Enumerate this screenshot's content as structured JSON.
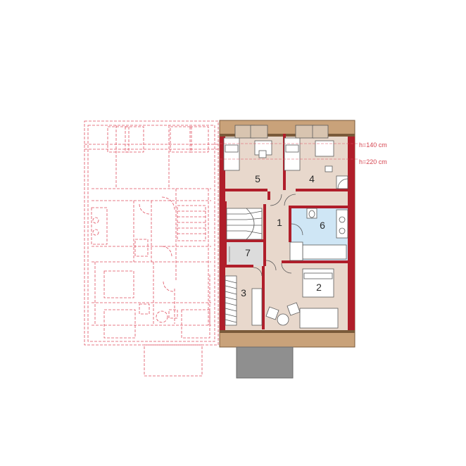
{
  "rooms": [
    {
      "id": "1",
      "label": "1"
    },
    {
      "id": "2",
      "label": "2"
    },
    {
      "id": "3",
      "label": "3"
    },
    {
      "id": "4",
      "label": "4"
    },
    {
      "id": "5",
      "label": "5"
    },
    {
      "id": "6",
      "label": "6"
    },
    {
      "id": "7",
      "label": "7"
    }
  ],
  "height_notes": {
    "upper": "h=140 cm",
    "lower": "h=220 cm"
  },
  "colors": {
    "roof_border": "#c9a27a",
    "wall": "#b01e2a",
    "floor": "#e8d8cc",
    "bathroom": "#cfe6f5",
    "balcony": "#8f8f8f",
    "mirror_outline": "#e05060"
  }
}
